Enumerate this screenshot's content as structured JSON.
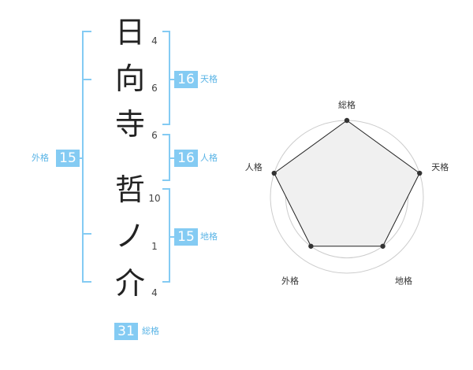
{
  "name_chars": [
    {
      "char": "日",
      "strokes": "4"
    },
    {
      "char": "向",
      "strokes": "6"
    },
    {
      "char": "寺",
      "strokes": "6"
    },
    {
      "char": "哲",
      "strokes": "10"
    },
    {
      "char": "ノ",
      "strokes": "1"
    },
    {
      "char": "介",
      "strokes": "4"
    }
  ],
  "kaku": {
    "tenkaku": {
      "value": "16",
      "label": "天格"
    },
    "jinkaku": {
      "value": "16",
      "label": "人格"
    },
    "chikaku": {
      "value": "15",
      "label": "地格"
    },
    "gaikaku": {
      "value": "15",
      "label": "外格"
    },
    "soukaku": {
      "value": "31",
      "label": "総格"
    }
  },
  "colors": {
    "bracket": "#84cbf3",
    "badge": "#84cbf3",
    "label": "#5ab4e6",
    "radar_fill": "#f0f0f0",
    "radar_line": "#222222",
    "grid": "#cccccc"
  },
  "chart_data": {
    "type": "radar",
    "axes": [
      "総格",
      "天格",
      "地格",
      "外格",
      "人格"
    ],
    "values": [
      1.0,
      1.0,
      0.8,
      0.8,
      1.0
    ],
    "range": [
      0,
      1
    ],
    "rings": 4
  }
}
